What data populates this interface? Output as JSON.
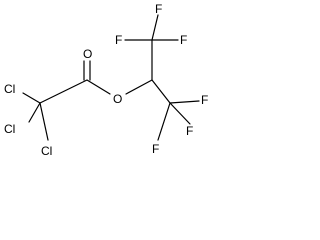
{
  "molecule": {
    "atoms": {
      "cl_top": "Cl",
      "cl_mid": "Cl",
      "cl_bot": "Cl",
      "o_carbonyl": "O",
      "o_ester": "O",
      "f_top_left": "F",
      "f_top_mid": "F",
      "f_top_right": "F",
      "f_bot_right": "F",
      "f_bot_mid": "F",
      "f_bot_left": "F"
    }
  }
}
